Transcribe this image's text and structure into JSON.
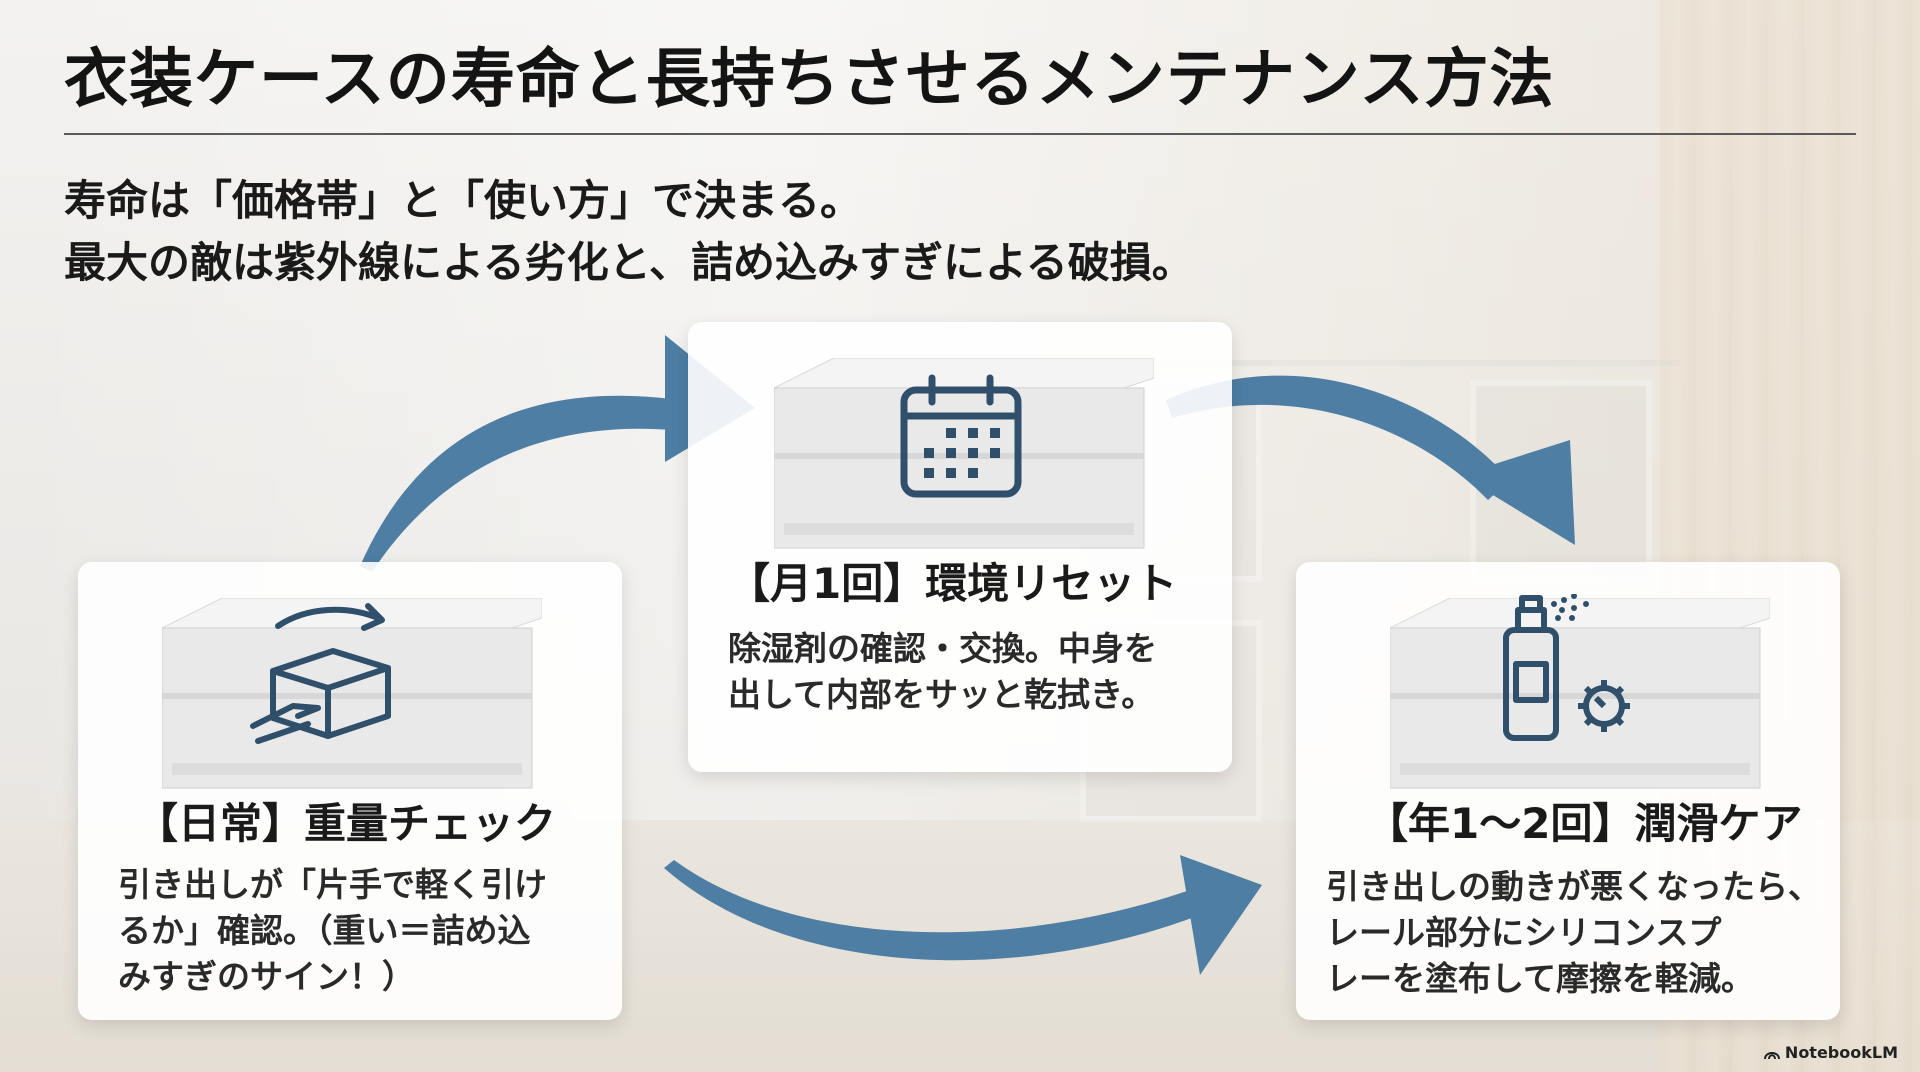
{
  "title": "衣装ケースの寿命と長持ちさせるメンテナンス方法",
  "lead": {
    "line1": "寿命は「価格帯」と「使い方」で決まる。",
    "line2": "最大の敵は紫外線による劣化と、詰め込みすぎによる破損。"
  },
  "cards": {
    "daily": {
      "title": "【日常】重量チェック",
      "body1": "引き出しが「片手で軽く引け",
      "body2": "るか」確認。（重い＝詰め込",
      "body3": "みすぎのサイン！）",
      "icon": "hand-push-box-icon"
    },
    "monthly": {
      "title": "【月1回】環境リセット",
      "body1": "除湿剤の確認・交換。中身を",
      "body2": "出して内部をサッと乾拭き。",
      "icon": "calendar-icon"
    },
    "yearly": {
      "title": "【年1～2回】潤滑ケア",
      "body1": "引き出しの動きが悪くなったら、",
      "body2": "レール部分にシリコンスプ",
      "body3": "レーを塗布して摩擦を軽減。",
      "icon": "spray-gear-icon"
    }
  },
  "brand": "NotebookLM",
  "colors": {
    "arrow": "#4f7ea4",
    "icon": "#2f4f6b"
  }
}
